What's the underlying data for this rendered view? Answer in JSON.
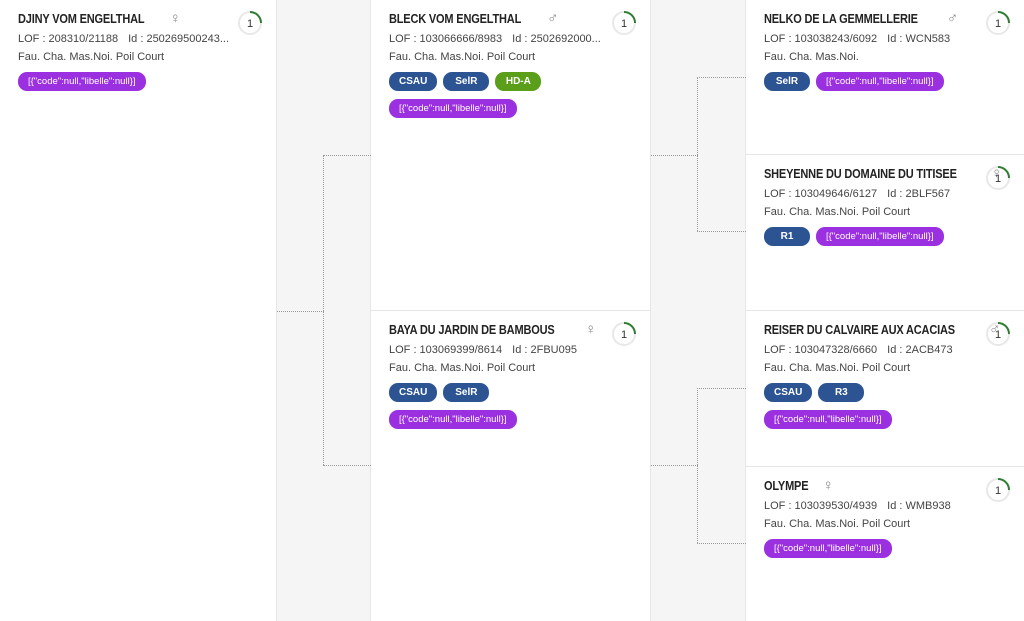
{
  "cards": {
    "c0": {
      "name": "DJINY VOM ENGELTHAL",
      "sex": "♀",
      "lof": "LOF : 208310/21188",
      "id": "Id : 250269500243...",
      "desc": "Fau. Cha. Mas.Noi. Poil Court",
      "badges": [
        {
          "label": "[{\"code\":null,\"libelle\":null}]",
          "color": "purple"
        }
      ],
      "count": "1"
    },
    "c1": {
      "name": "BLECK VOM ENGELTHAL",
      "sex": "♂",
      "lof": "LOF : 103066666/8983",
      "id": "Id : 2502692000...",
      "desc": "Fau. Cha. Mas.Noi. Poil Court",
      "badges": [
        {
          "label": "CSAU",
          "color": "blue"
        },
        {
          "label": "SelR",
          "color": "blue"
        },
        {
          "label": "HD-A",
          "color": "green"
        },
        {
          "label": "[{\"code\":null,\"libelle\":null}]",
          "color": "purple"
        }
      ],
      "count": "1"
    },
    "c2": {
      "name": "BAYA DU JARDIN DE BAMBOUS",
      "sex": "♀",
      "lof": "LOF : 103069399/8614",
      "id": "Id : 2FBU095",
      "desc": "Fau. Cha. Mas.Noi. Poil Court",
      "badges": [
        {
          "label": "CSAU",
          "color": "blue"
        },
        {
          "label": "SelR",
          "color": "blue"
        },
        {
          "label": "[{\"code\":null,\"libelle\":null}]",
          "color": "purple"
        }
      ],
      "count": "1"
    },
    "c3": {
      "name": "NELKO DE LA GEMMELLERIE",
      "sex": "♂",
      "lof": "LOF : 103038243/6092",
      "id": "Id : WCN583",
      "desc": "Fau. Cha. Mas.Noi.",
      "badges": [
        {
          "label": "SelR",
          "color": "blue"
        },
        {
          "label": "[{\"code\":null,\"libelle\":null}]",
          "color": "purple"
        }
      ],
      "count": "1"
    },
    "c4": {
      "name": "SHEYENNE DU DOMAINE DU TITISEE",
      "sex": "♀",
      "lof": "LOF : 103049646/6127",
      "id": "Id : 2BLF567",
      "desc": "Fau. Cha. Mas.Noi. Poil Court",
      "badges": [
        {
          "label": "R1",
          "color": "blue"
        },
        {
          "label": "[{\"code\":null,\"libelle\":null}]",
          "color": "purple"
        }
      ],
      "count": "1"
    },
    "c5": {
      "name": "REISER DU CALVAIRE AUX ACACIAS",
      "sex": "♂",
      "lof": "LOF : 103047328/6660",
      "id": "Id : 2ACB473",
      "desc": "Fau. Cha. Mas.Noi. Poil Court",
      "badges": [
        {
          "label": "CSAU",
          "color": "blue"
        },
        {
          "label": "R3",
          "color": "blue"
        },
        {
          "label": "[{\"code\":null,\"libelle\":null}]",
          "color": "purple"
        }
      ],
      "count": "1"
    },
    "c6": {
      "name": "OLYMPE",
      "sex": "♀",
      "lof": "LOF : 103039530/4939",
      "id": "Id : WMB938",
      "desc": "Fau. Cha. Mas.Noi. Poil Court",
      "badges": [
        {
          "label": "[{\"code\":null,\"libelle\":null}]",
          "color": "purple"
        }
      ],
      "count": "1"
    }
  },
  "colors": {
    "blue": "#2c5493",
    "green": "#5a9e19",
    "purple": "#9b30e0",
    "ring": "#2e7d32"
  }
}
